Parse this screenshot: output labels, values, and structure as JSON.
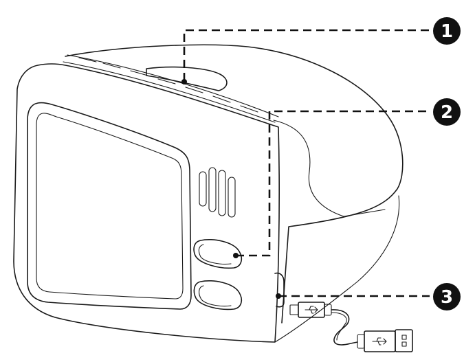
{
  "callouts": [
    {
      "label": "1",
      "part": "top-button"
    },
    {
      "label": "2",
      "part": "side-buttons"
    },
    {
      "label": "3",
      "part": "usb-port"
    }
  ],
  "icons": {
    "usb_plug_small": "usb-icon",
    "usb_plug_large": "usb-icon"
  },
  "colors": {
    "ink": "#1a1a1a",
    "badge": "#111111",
    "background": "#ffffff"
  }
}
